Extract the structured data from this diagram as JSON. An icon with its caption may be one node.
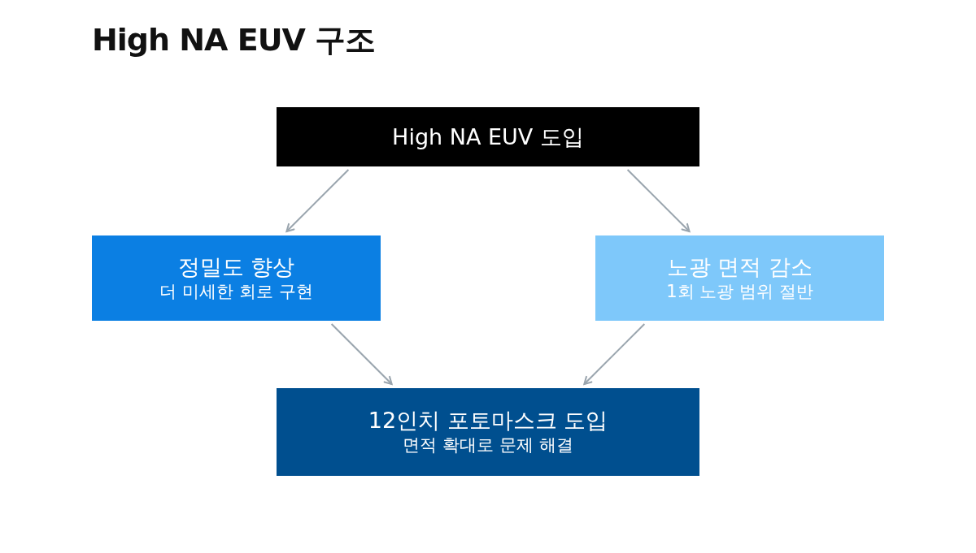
{
  "diagram": {
    "title": "High NA EUV 구조",
    "nodes": [
      {
        "text": [
          "High NA EUV 도입"
        ]
      },
      {
        "text": [
          "정밀도 향상",
          "더 미세한 회로 구현"
        ]
      },
      {
        "text": [
          "노광 면적 감소",
          "1회 노광 범위 절반"
        ]
      },
      {
        "text": [
          "12인치 포토마스크 도입",
          "면적 확대로 문제 해결"
        ]
      }
    ],
    "edges": [
      {
        "from": 0,
        "to": 1,
        "arrow": "to"
      },
      {
        "from": 0,
        "to": 2,
        "arrow": "to"
      },
      {
        "from": 1,
        "to": 3,
        "arrow": "to"
      },
      {
        "from": 2,
        "to": 3,
        "arrow": "to"
      }
    ]
  }
}
